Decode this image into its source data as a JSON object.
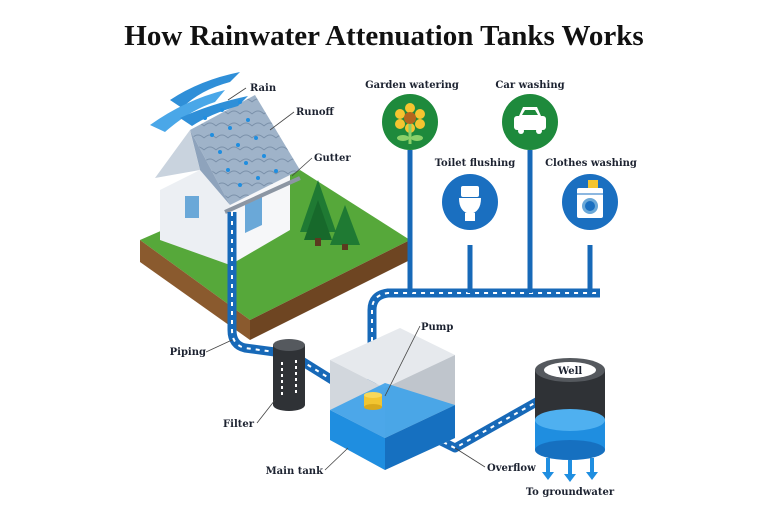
{
  "title": "How Rainwater Attenuation Tanks Works",
  "labels": {
    "rain": "Rain",
    "runoff": "Runoff",
    "gutter": "Gutter",
    "piping": "Piping",
    "filter": "Filter",
    "main_tank": "Main tank",
    "pump": "Pump",
    "overflow": "Overflow",
    "well": "Well",
    "to_groundwater": "To groundwater",
    "garden_watering": "Garden watering",
    "car_washing": "Car washing",
    "toilet_flushing": "Toilet flushing",
    "clothes_washing": "Clothes washing"
  },
  "icons": {
    "garden_watering": "sunflower-icon",
    "car_washing": "car-icon",
    "toilet_flushing": "toilet-icon",
    "clothes_washing": "washing-machine-icon"
  },
  "colors": {
    "pipe": "#1769b8",
    "water": "#1f8ee0",
    "green_circle": "#1e8a3c",
    "blue_circle": "#1a6fc0",
    "grass": "#56a83a",
    "soil": "#8a5a2e",
    "tank_grey": "#d9dde2"
  }
}
